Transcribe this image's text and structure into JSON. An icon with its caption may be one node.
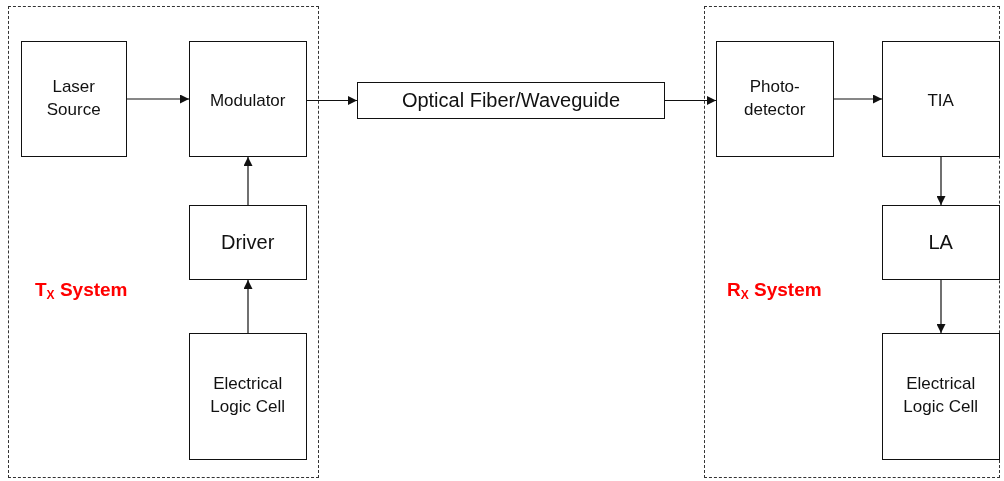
{
  "diagram": {
    "nodes": [
      {
        "text": [
          "T$_{X}$ System"
        ]
      },
      {
        "text": [
          "Laser Source"
        ],
        "in": 0
      },
      {
        "text": [
          "Modulator"
        ],
        "in": 0
      },
      {
        "text": [
          "Driver"
        ],
        "in": 0
      },
      {
        "text": [
          "Electrical Logic Cell"
        ],
        "in": 0
      },
      {
        "text": [
          "Optical Fiber/Waveguide"
        ]
      },
      {
        "text": [
          "R$_{X}$ System"
        ]
      },
      {
        "text": [
          "Photo- detector"
        ],
        "in": 6
      },
      {
        "text": [
          "TIA"
        ],
        "in": 6
      },
      {
        "text": [
          "LA"
        ],
        "in": 6
      },
      {
        "text": [
          "Electrical Logic Cell"
        ],
        "in": 6
      }
    ],
    "edges": [
      {
        "from": 1,
        "to": 2,
        "arrow": "to"
      },
      {
        "from": 3,
        "to": 2,
        "arrow": "to"
      },
      {
        "from": 4,
        "to": 3,
        "arrow": "to"
      },
      {
        "from": 2,
        "to": 5,
        "arrow": "to"
      },
      {
        "from": 5,
        "to": 7,
        "arrow": "to"
      },
      {
        "from": 7,
        "to": 8,
        "arrow": "to"
      },
      {
        "from": 8,
        "to": 9,
        "arrow": "to"
      },
      {
        "from": 9,
        "to": 10,
        "arrow": "to"
      }
    ]
  }
}
